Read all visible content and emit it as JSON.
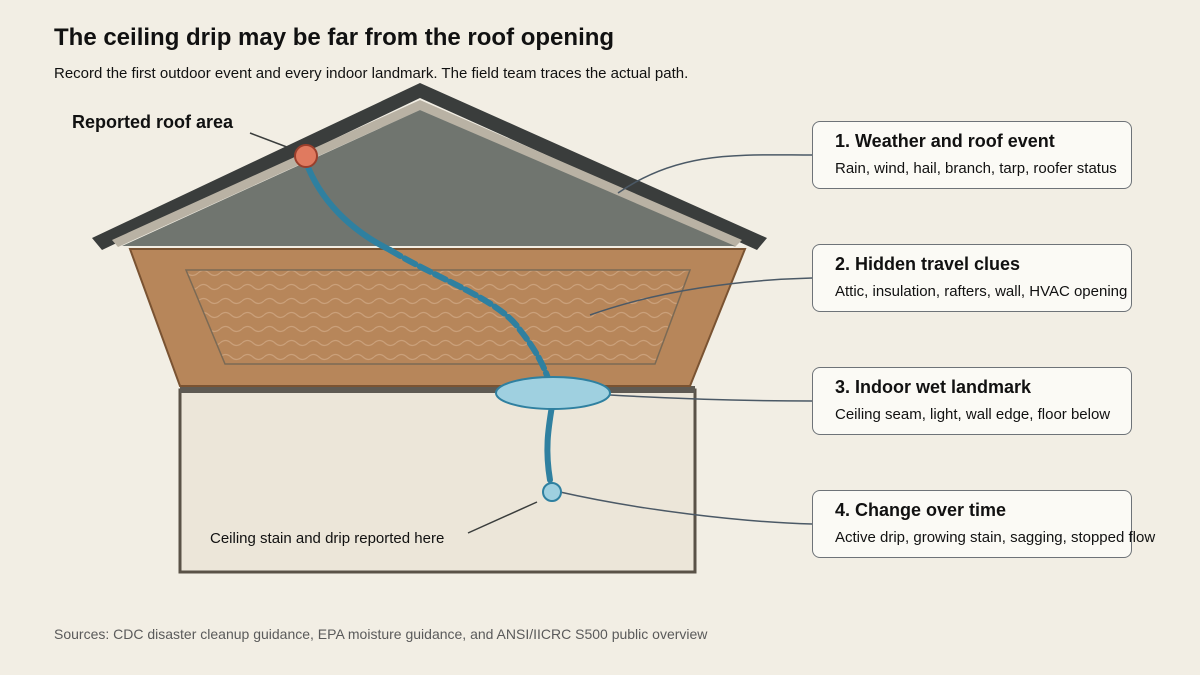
{
  "title": "The ceiling drip may be far from the roof opening",
  "subtitle": "Record the first outdoor event and every indoor landmark. The field team traces the actual path.",
  "labels": {
    "roof_area": "Reported roof area",
    "ceiling_stain": "Ceiling stain and drip reported here"
  },
  "cards": [
    {
      "title": "1. Weather and roof event",
      "desc": "Rain, wind, hail, branch, tarp, roofer status"
    },
    {
      "title": "2. Hidden travel clues",
      "desc": "Attic, insulation, rafters, wall, HVAC opening"
    },
    {
      "title": "3. Indoor wet landmark",
      "desc": "Ceiling seam, light, wall edge, floor below"
    },
    {
      "title": "4. Change over time",
      "desc": "Active drip, growing stain, sagging, stopped flow"
    }
  ],
  "sources": "Sources: CDC disaster cleanup guidance, EPA moisture guidance, and ANSI/IICRC S500 public overview",
  "colors": {
    "background": "#f2eee4",
    "roof": "#70756f",
    "roof_edge": "#3a3d3c",
    "attic": "#b7865a",
    "room": "#ece6d9",
    "water_path": "#2f80a0",
    "wet_spot": "#9fd0e0",
    "roof_marker": "#e07a5f",
    "leader_line": "#4b5966"
  }
}
